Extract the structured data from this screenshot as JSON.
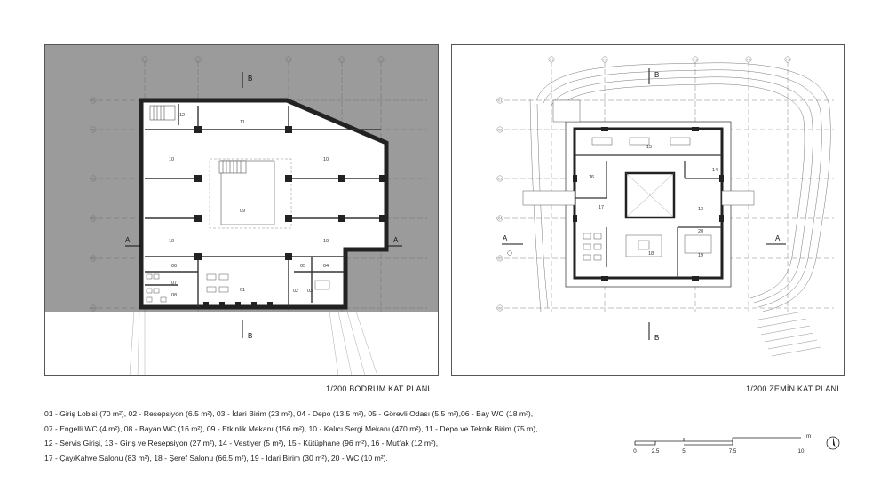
{
  "basement": {
    "title": "1/200 BODRUM KAT PLANI",
    "rooms": [
      {
        "no": "01"
      },
      {
        "no": "02"
      },
      {
        "no": "03"
      },
      {
        "no": "04"
      },
      {
        "no": "05"
      },
      {
        "no": "06"
      },
      {
        "no": "07"
      },
      {
        "no": "08"
      },
      {
        "no": "09"
      },
      {
        "no": "10"
      },
      {
        "no": "10"
      },
      {
        "no": "10"
      },
      {
        "no": "10"
      },
      {
        "no": "11"
      },
      {
        "no": "12"
      }
    ]
  },
  "ground": {
    "title": "1/200 ZEMİN KAT PLANI",
    "rooms": [
      {
        "no": "13"
      },
      {
        "no": "14"
      },
      {
        "no": "15"
      },
      {
        "no": "16"
      },
      {
        "no": "17"
      },
      {
        "no": "18"
      },
      {
        "no": "19"
      },
      {
        "no": "20"
      }
    ]
  },
  "grid": {
    "columns": [
      "Y1",
      "Y2",
      "Y3",
      "Y4",
      "Y5"
    ],
    "rows": [
      "X1",
      "X2",
      "X3",
      "X4",
      "X5",
      "X6"
    ]
  },
  "section_marks": {
    "a": "A",
    "b": "B"
  },
  "legend": {
    "lines": [
      "01 - Giriş Lobisi (70 m²), 02 - Resepsiyon (6.5 m²), 03 - İdari Birim (23 m²), 04 - Depo (13.5 m²), 05 - Görevli Odası (5.5 m²),06 - Bay WC (18 m²),",
      "07 - Engelli WC (4 m²), 08 - Bayan WC (16 m²), 09 - Etkinlik Mekanı (156 m²), 10 - Kalıcı Sergi Mekanı (470 m²), 11 - Depo ve Teknik Birim (75 m),",
      "12 - Servis Girişi, 13 - Giriş ve Resepsiyon (27 m²), 14 - Vestiyer (5 m²), 15 - Kütüphane (96 m²), 16 - Mutfak (12 m²),",
      "17 - Çay/Kahve Salonu (83 m²), 18 - Şeref Salonu (66.5 m²), 19 - İdari Birim (30 m²), 20 - WC (10 m²)."
    ]
  },
  "scale": {
    "labels": [
      "0",
      "2.5",
      "5",
      "7.5",
      "10"
    ],
    "unit": "m"
  },
  "north_icon": "north-arrow-icon"
}
